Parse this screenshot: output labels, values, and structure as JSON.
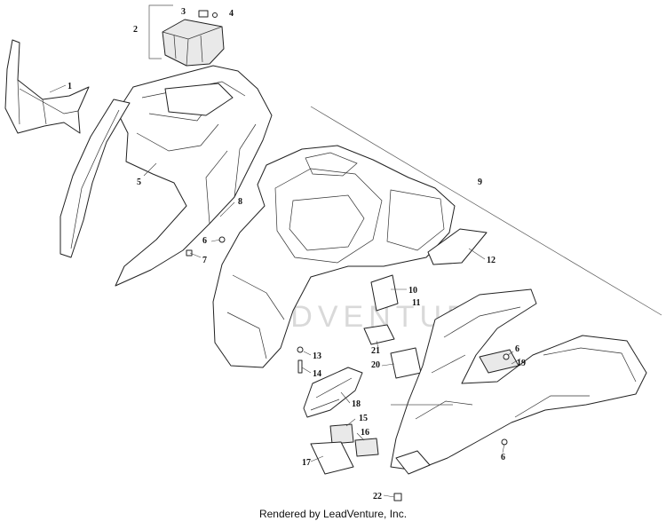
{
  "diagram": {
    "callouts": [
      "1",
      "2",
      "3",
      "4",
      "5",
      "6",
      "7",
      "8",
      "9",
      "10",
      "11",
      "12",
      "13",
      "14",
      "15",
      "16",
      "17",
      "18",
      "19",
      "20",
      "21",
      "22",
      "6",
      "6"
    ],
    "watermark": "LEADVENTURE",
    "footer": "Rendered by LeadVenture, Inc."
  }
}
